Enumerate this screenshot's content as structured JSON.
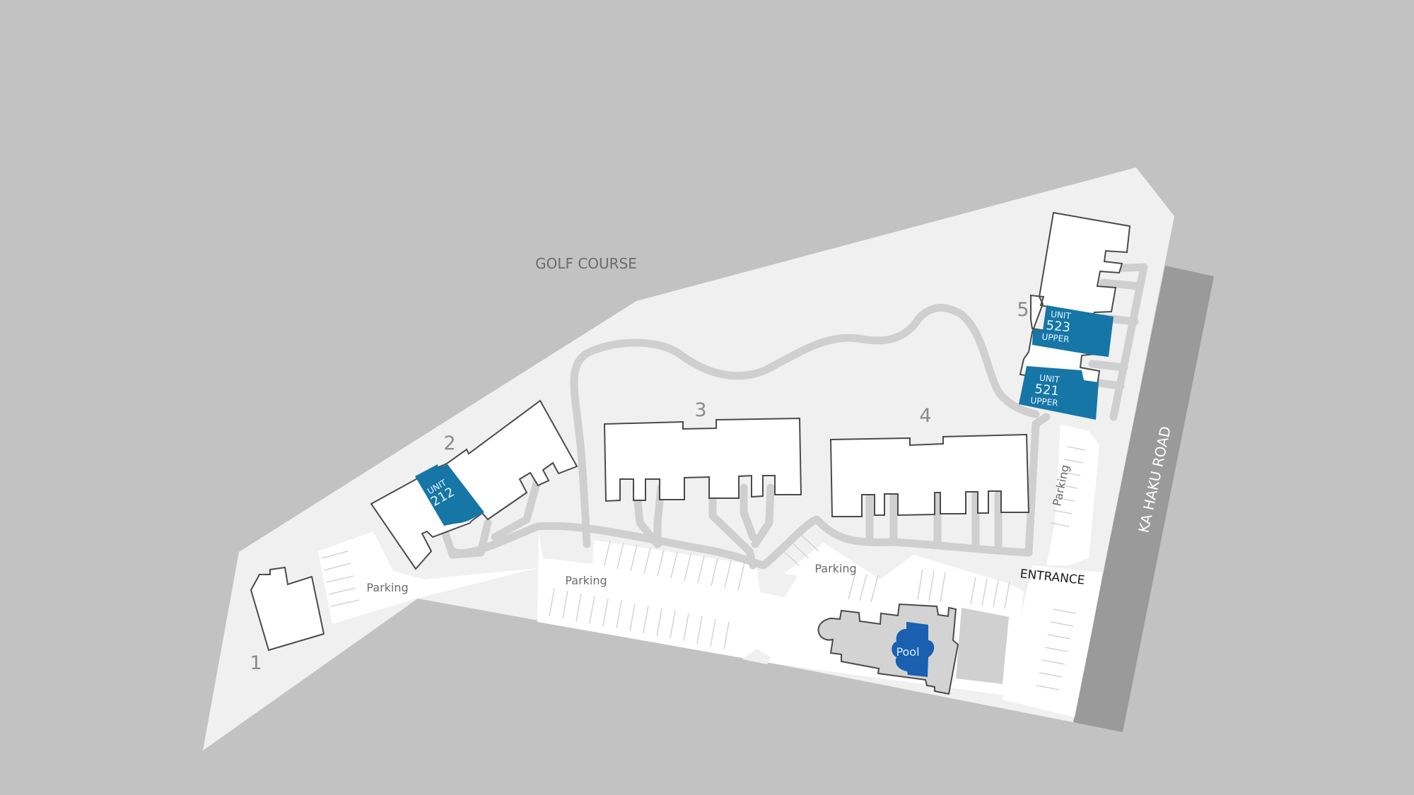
{
  "map": {
    "colors": {
      "background": "#c2c2c2",
      "property": "#f0f0f0",
      "road": "#9a9a9a",
      "building": "#ffffff",
      "building_outline": "#4a4a4a",
      "highlight_unit": "#1676a6",
      "pool": "#1a5fb0",
      "walkway": "#cfcfcf"
    },
    "labels": {
      "golf_course": "GOLF COURSE",
      "road": "KA HAKU ROAD",
      "entrance": "ENTRANCE"
    },
    "buildings": [
      {
        "number": "1"
      },
      {
        "number": "2"
      },
      {
        "number": "3"
      },
      {
        "number": "4"
      },
      {
        "number": "5"
      }
    ],
    "units": [
      {
        "line1": "UNIT",
        "line2": "212",
        "line3": ""
      },
      {
        "line1": "UNIT",
        "line2": "523",
        "line3": "UPPER"
      },
      {
        "line1": "UNIT",
        "line2": "521",
        "line3": "UPPER"
      }
    ],
    "parking": [
      {
        "label": "Parking"
      },
      {
        "label": "Parking"
      },
      {
        "label": "Parking"
      },
      {
        "label": "Parking"
      }
    ],
    "amenities": {
      "pool": "Pool"
    }
  }
}
